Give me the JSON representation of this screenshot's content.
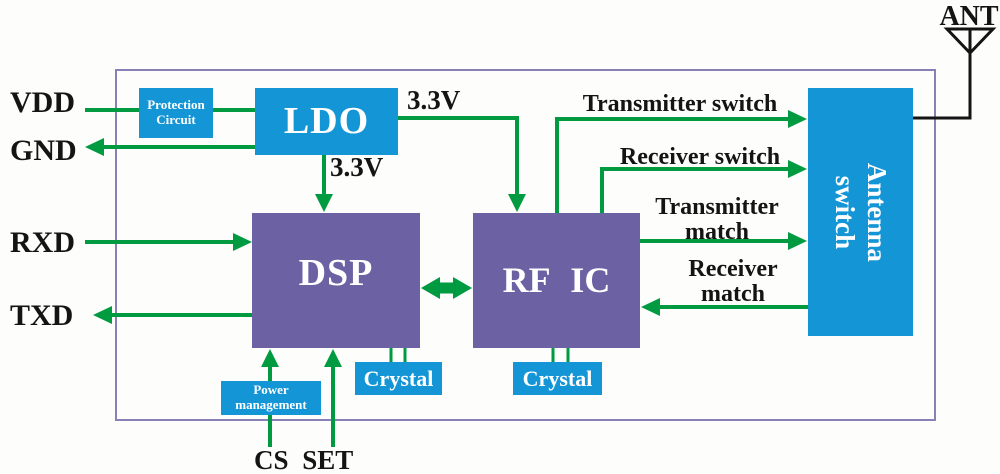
{
  "colors": {
    "block_blue": "#1495d6",
    "block_purple": "#6c62a3",
    "arrow_green": "#009a41",
    "border_purple": "#8781b5",
    "text_black": "#141414",
    "text_white": "#ffffff"
  },
  "pins": {
    "vdd": "VDD",
    "gnd": "GND",
    "rxd": "RXD",
    "txd": "TXD",
    "ant": "ANT",
    "cs_set": "CS SET"
  },
  "nets": {
    "v33_top": "3.3V",
    "v33_ldo": "3.3V",
    "transmitter_switch": "Transmitter switch",
    "receiver_switch": "Receiver switch",
    "transmitter_match": {
      "line1": "Transmitter",
      "line2": "match"
    },
    "receiver_match": {
      "line1": "Receiver",
      "line2": "match"
    }
  },
  "blocks": {
    "protection_circuit": {
      "line1": "Protection",
      "line2": "Circuit"
    },
    "ldo": "LDO",
    "dsp": "DSP",
    "rf_ic": "RF IC",
    "antenna_switch": {
      "line1": "Antenna",
      "line2": "switch"
    },
    "crystal_dsp": "Crystal",
    "crystal_rf": "Crystal",
    "power_management": {
      "line1": "Power",
      "line2": "management"
    }
  }
}
